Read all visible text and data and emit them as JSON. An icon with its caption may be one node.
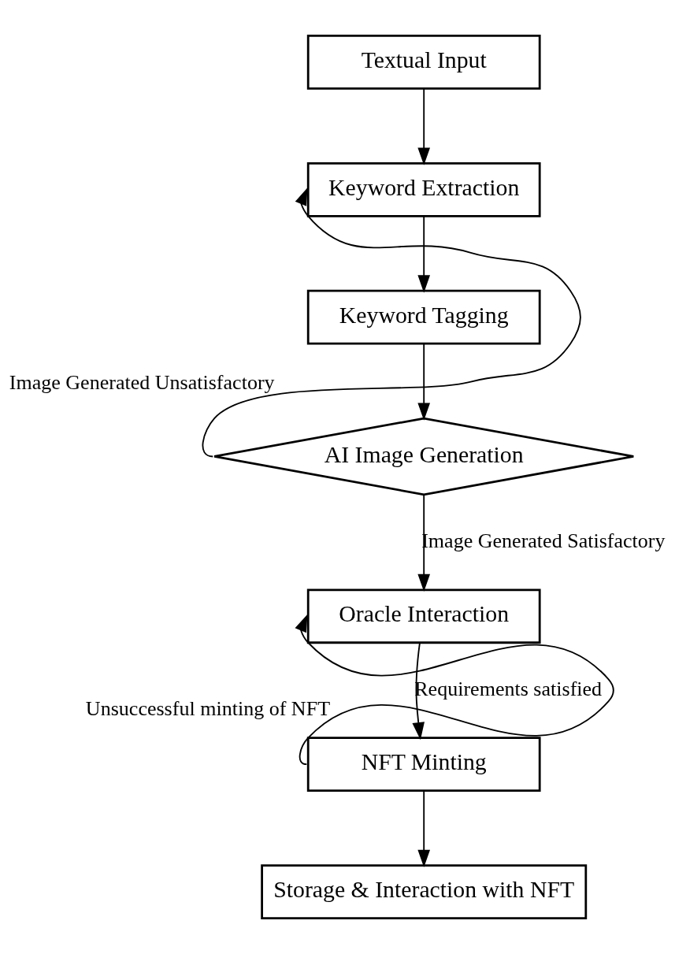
{
  "diagram": {
    "nodes": [
      {
        "text": [
          "Textual Input"
        ]
      },
      {
        "text": [
          "Keyword Extraction"
        ]
      },
      {
        "text": [
          "Keyword Tagging"
        ]
      },
      {
        "text": [
          "AI Image Generation"
        ]
      },
      {
        "text": [
          "Oracle Interaction"
        ]
      },
      {
        "text": [
          "NFT Minting"
        ]
      },
      {
        "text": [
          "Storage & Interaction with NFT"
        ]
      }
    ],
    "edges": [
      {
        "from": 0,
        "to": 1,
        "arrow": "to"
      },
      {
        "from": 1,
        "to": 2,
        "arrow": "to"
      },
      {
        "from": 2,
        "to": 3,
        "arrow": "to"
      },
      {
        "from": 3,
        "to": 1,
        "arrow": "to",
        "label": "Image Generated Unsatisfactory"
      },
      {
        "from": 3,
        "to": 4,
        "arrow": "to",
        "label": "Image Generated Satisfactory"
      },
      {
        "from": 4,
        "to": 5,
        "arrow": "to",
        "label": "Requirements satisfied"
      },
      {
        "from": 5,
        "to": 4,
        "arrow": "to",
        "label": "Unsuccessful minting of NFT"
      },
      {
        "from": 5,
        "to": 6,
        "arrow": "to"
      }
    ]
  }
}
